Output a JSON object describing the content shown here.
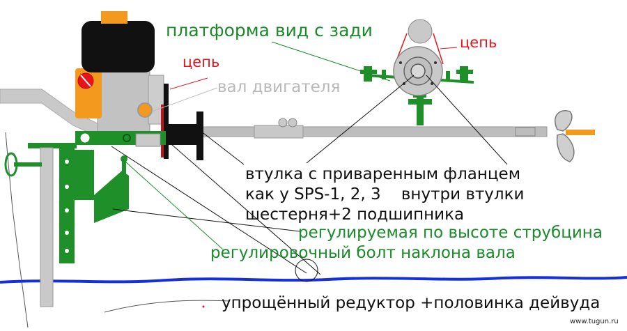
{
  "labels": {
    "platform_rear_view": "платформа вид с зади",
    "chain_left": "цепь",
    "chain_right": "цепь",
    "engine_shaft": "вал двигателя",
    "bushing_line1": "втулка с приваренным фланцем",
    "bushing_line2": "как у SPS-1, 2, 3    внутри втулки",
    "bushing_line3": "шестерня+2 подшипника",
    "clamp": "регулируемая по высоте струбцина",
    "tilt_bolt": "регулировочный болт наклона вала",
    "reducer": "упрощённый редуктор +половинка дейвуда",
    "watermark": "www.tugun.ru"
  },
  "colors": {
    "green_label": "#1a8a2a",
    "green_part": "#1f8f2a",
    "red_label": "#e8141b",
    "grey_label": "#b9b9b9",
    "grey_part": "#bdbdbd",
    "orange": "#f39a1e",
    "water_line": "#1530d8",
    "black": "#111111"
  }
}
